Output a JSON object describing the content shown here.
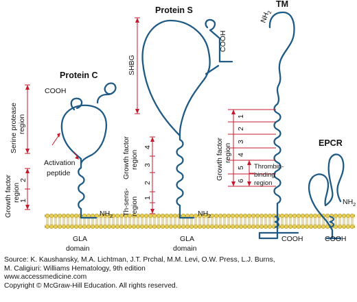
{
  "proteins": {
    "protein_c": {
      "title": "Protein C",
      "terminus_cooh": "COOH",
      "terminus_nh2": "NH",
      "serine_region": [
        "Serine protease",
        "region"
      ],
      "activation": [
        "Activation",
        "peptide"
      ],
      "growth_region": [
        "Growth factor",
        "region"
      ],
      "growth_numbers": [
        "2",
        "1"
      ],
      "gla": [
        "GLA",
        "domain"
      ]
    },
    "protein_s": {
      "title": "Protein S",
      "terminus_cooh": "COOH",
      "terminus_nh2": "NH",
      "shbg": "SHBG",
      "growth_region": [
        "Th-sens-",
        "Growth factor",
        "region",
        "region"
      ],
      "growth_numbers": [
        "4",
        "3",
        "2",
        "1"
      ],
      "gla": [
        "GLA",
        "domain"
      ]
    },
    "tm": {
      "title": "TM",
      "terminus_nh2": "NH",
      "terminus_cooh": "COOH",
      "growth_region": [
        "Growth factor",
        "region"
      ],
      "growth_numbers": [
        "1",
        "2",
        "3",
        "4",
        "5",
        "6"
      ],
      "thrombin": [
        "Thrombin-",
        "binding",
        "region"
      ]
    },
    "epcr": {
      "title": "EPCR",
      "terminus_nh2": "NH",
      "terminus_cooh": "COOH"
    }
  },
  "subscript_2": "2",
  "caption": [
    "Source: K. Kaushansky, M.A. Lichtman, J.T. Prchal, M.M. Levi, O.W. Press, L.J. Burns,",
    "M. Caligiuri: Williams Hematology, 9th edition",
    "www.accessmedicine.com",
    "Copyright © McGraw-Hill Education.  All rights reserved."
  ],
  "colors": {
    "membrane_fill": "#e8cf56",
    "membrane_edge": "#b39a2c",
    "strand": "#1f5a84",
    "annotation": "#c8182c",
    "text": "#111111"
  }
}
